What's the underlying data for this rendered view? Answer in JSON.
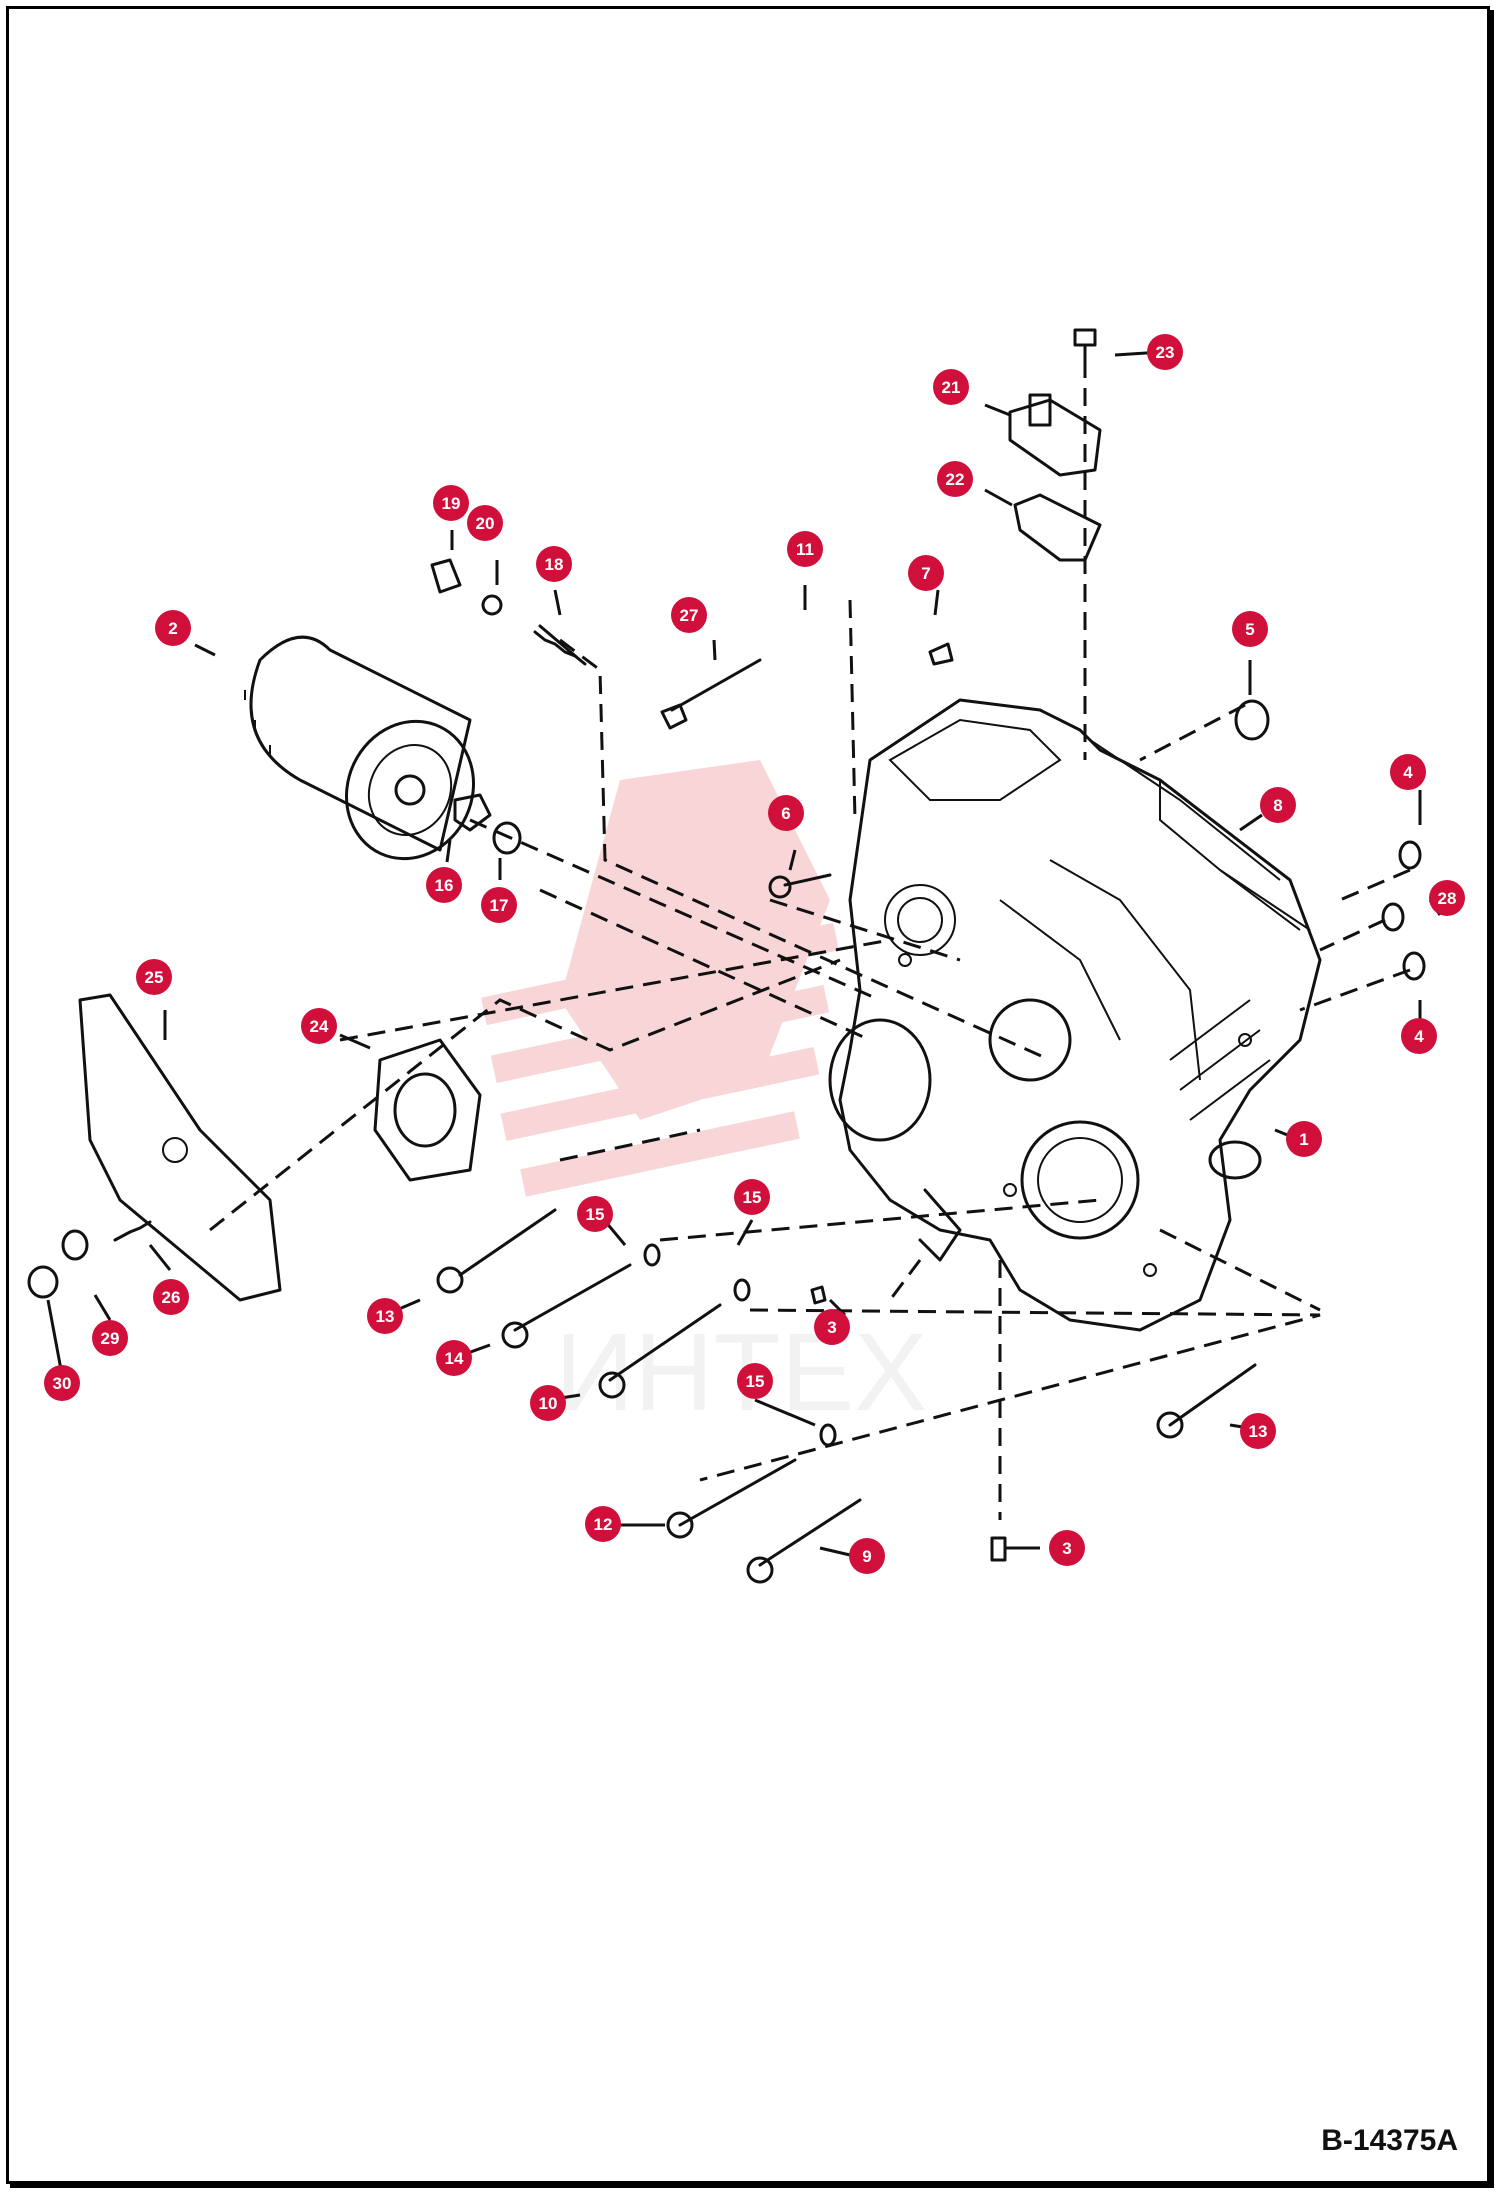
{
  "figure_code": "B-14375A",
  "marker_color": "#d0103a",
  "watermark": {
    "text": "ИНТЕХ",
    "color": "#f2b4b8"
  },
  "callouts": [
    {
      "id": "c1",
      "label": "1"
    },
    {
      "id": "c2",
      "label": "2"
    },
    {
      "id": "c3a",
      "label": "3"
    },
    {
      "id": "c3b",
      "label": "3"
    },
    {
      "id": "c4a",
      "label": "4"
    },
    {
      "id": "c4b",
      "label": "4"
    },
    {
      "id": "c5",
      "label": "5"
    },
    {
      "id": "c6",
      "label": "6"
    },
    {
      "id": "c7",
      "label": "7"
    },
    {
      "id": "c8",
      "label": "8"
    },
    {
      "id": "c9",
      "label": "9"
    },
    {
      "id": "c10",
      "label": "10"
    },
    {
      "id": "c11",
      "label": "11"
    },
    {
      "id": "c12",
      "label": "12"
    },
    {
      "id": "c13a",
      "label": "13"
    },
    {
      "id": "c13b",
      "label": "13"
    },
    {
      "id": "c14",
      "label": "14"
    },
    {
      "id": "c15a",
      "label": "15"
    },
    {
      "id": "c15b",
      "label": "15"
    },
    {
      "id": "c15c",
      "label": "15"
    },
    {
      "id": "c16",
      "label": "16"
    },
    {
      "id": "c17",
      "label": "17"
    },
    {
      "id": "c18",
      "label": "18"
    },
    {
      "id": "c19",
      "label": "19"
    },
    {
      "id": "c20",
      "label": "20"
    },
    {
      "id": "c21",
      "label": "21"
    },
    {
      "id": "c22",
      "label": "22"
    },
    {
      "id": "c23",
      "label": "23"
    },
    {
      "id": "c24",
      "label": "24"
    },
    {
      "id": "c25",
      "label": "25"
    },
    {
      "id": "c26",
      "label": "26"
    },
    {
      "id": "c27",
      "label": "27"
    },
    {
      "id": "c28",
      "label": "28"
    },
    {
      "id": "c29",
      "label": "29"
    },
    {
      "id": "c30",
      "label": "30"
    }
  ]
}
